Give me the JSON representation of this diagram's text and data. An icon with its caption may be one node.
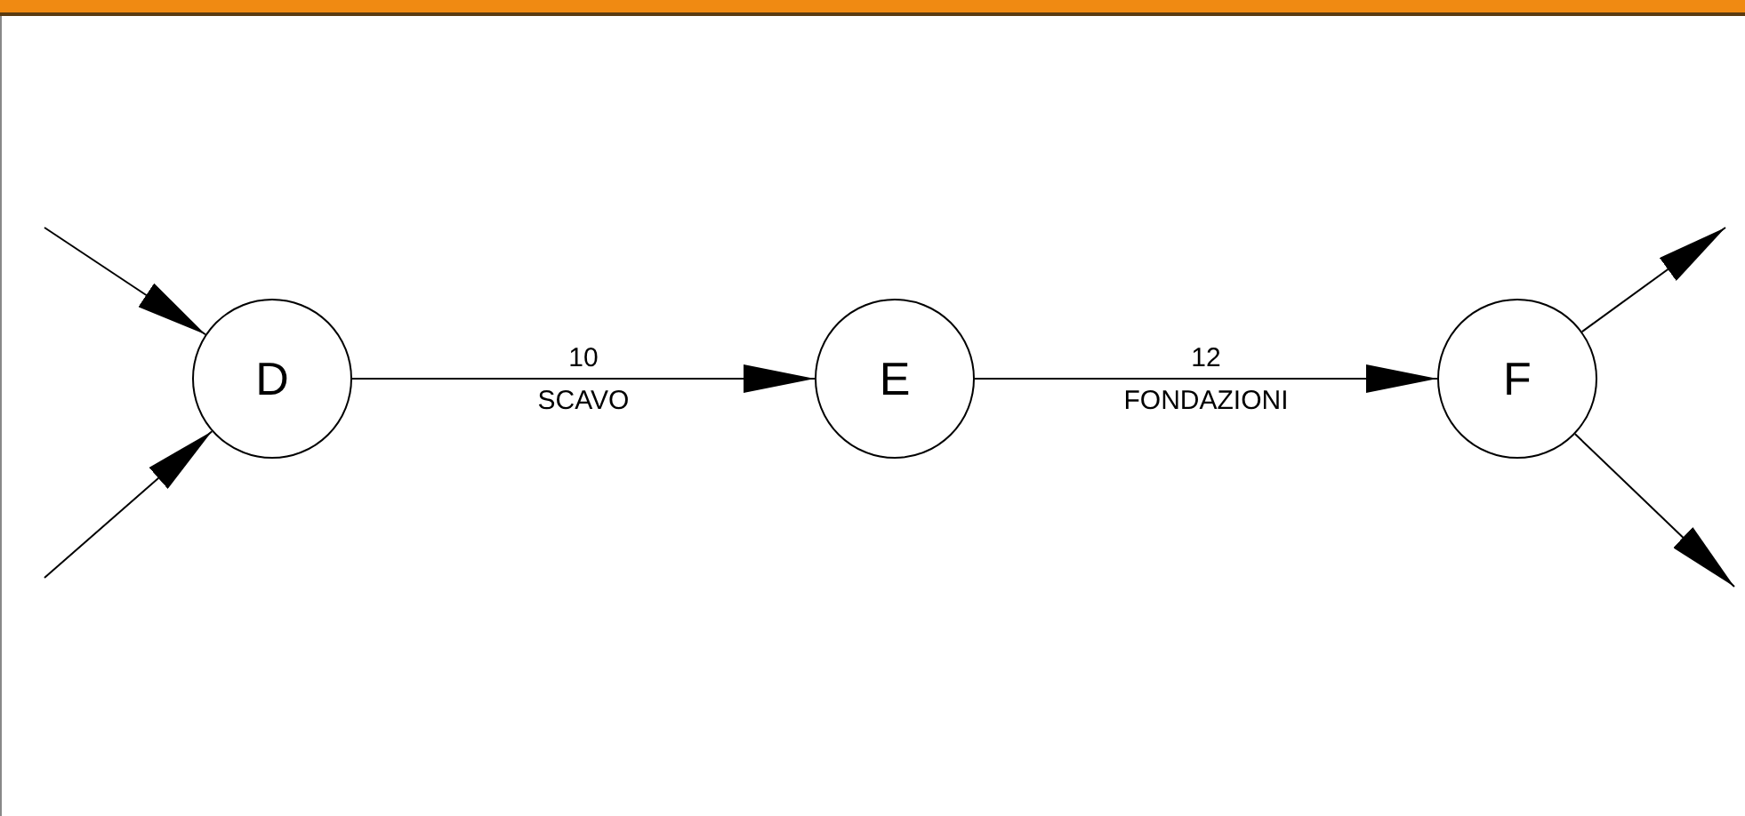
{
  "diagram": {
    "nodes": [
      {
        "text": [
          "D"
        ]
      },
      {
        "text": [
          "E"
        ]
      },
      {
        "text": [
          "F"
        ]
      }
    ],
    "edges": [
      {
        "from": null,
        "to": 0,
        "arrow": "to"
      },
      {
        "from": null,
        "to": 0,
        "arrow": "to"
      },
      {
        "from": 0,
        "to": 1,
        "arrow": "to",
        "label": "10 SCAVO"
      },
      {
        "from": 1,
        "to": 2,
        "arrow": "to",
        "label": "12 FONDAZIONI"
      },
      {
        "from": 2,
        "to": null,
        "arrow": "to"
      },
      {
        "from": 2,
        "to": null,
        "arrow": "to"
      }
    ]
  }
}
